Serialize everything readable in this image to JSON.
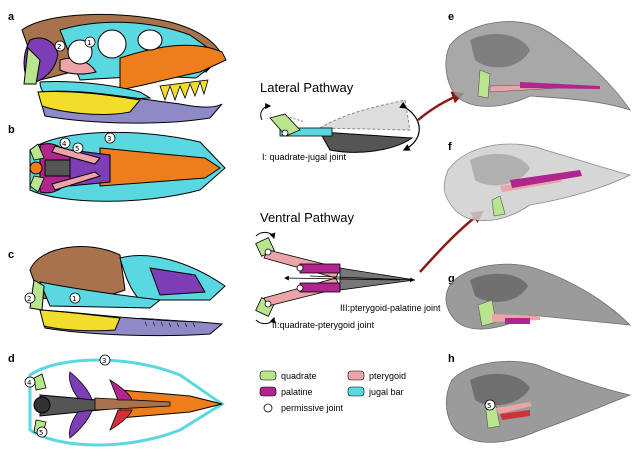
{
  "panels": [
    "a",
    "b",
    "c",
    "d",
    "e",
    "f",
    "g",
    "h"
  ],
  "lateral": {
    "title": "Lateral Pathway",
    "joint": "I: quadrate-jugal joint"
  },
  "ventral": {
    "title": "Ventral Pathway",
    "joint3": "III:pterygoid-palatine joint",
    "joint2": "II:quadrate-pterygoid joint"
  },
  "legend": {
    "quadrate": "quadrate",
    "pterygoid": "pterygoid",
    "palatine": "palatine",
    "jugal": "jugal bar",
    "joint": "permissive joint"
  },
  "markers": {
    "m1": "1",
    "m2": "2",
    "m3": "3",
    "m4": "4",
    "m5": "5"
  },
  "colors": {
    "quadrate": "#b9e58f",
    "pterygoid": "#eba4a8",
    "palatine": "#b0268e",
    "jugal": "#5ad8e2",
    "maxilla": "#ee7d1b",
    "mandible": "#f2de2a",
    "dentary": "#8e8ac8",
    "frontal": "#a8734c",
    "purple": "#7e3eb8",
    "red": "#d32f3a"
  }
}
